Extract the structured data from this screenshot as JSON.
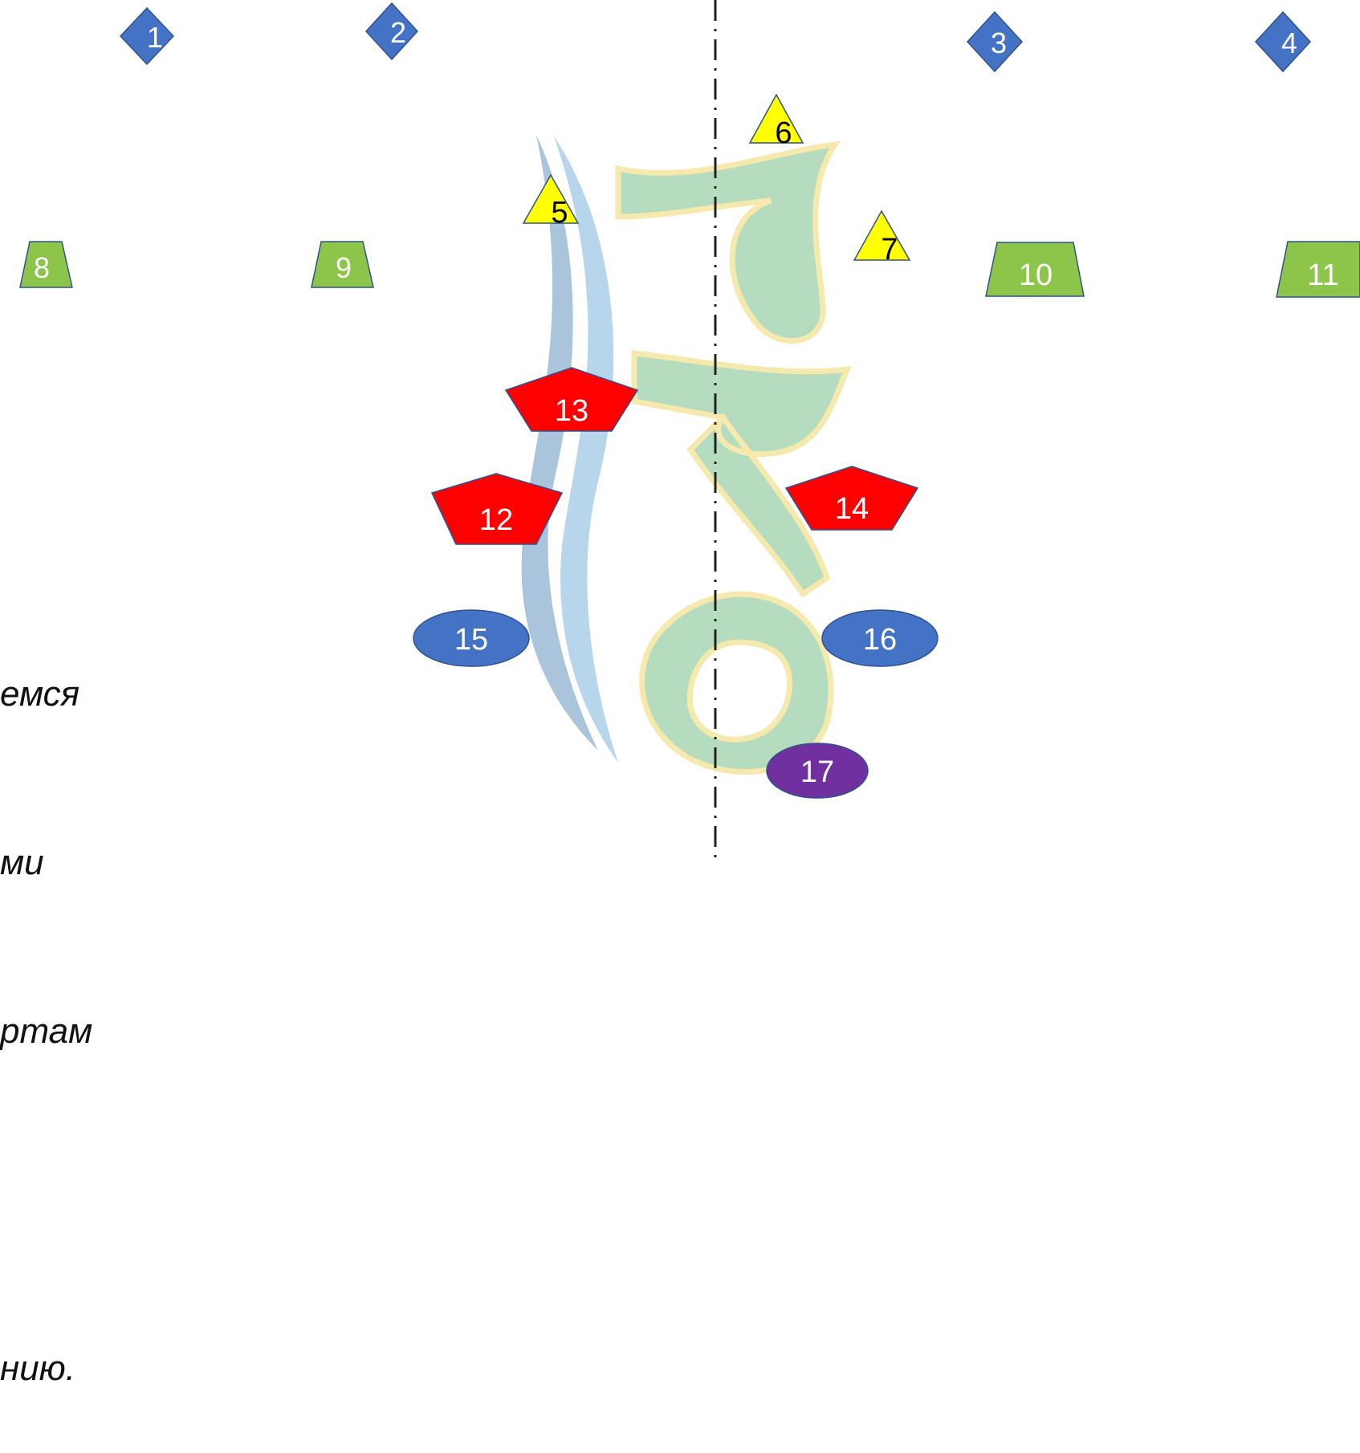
{
  "colors": {
    "diamond": "#4472c4",
    "trapezoid": "#8dc54b",
    "triangle": "#ffff00",
    "pentagon": "#ff0000",
    "oval_blue": "#4472c4",
    "oval_purple": "#7030a0",
    "watermark_green": "#a9d6b4",
    "watermark_outline": "#f5e6a0",
    "watermark_blue": "#8fb8d8",
    "midline": "#222222"
  },
  "markers": [
    {
      "id": "1",
      "shape": "diamond"
    },
    {
      "id": "2",
      "shape": "diamond"
    },
    {
      "id": "3",
      "shape": "diamond"
    },
    {
      "id": "4",
      "shape": "diamond"
    },
    {
      "id": "5",
      "shape": "triangle"
    },
    {
      "id": "6",
      "shape": "triangle"
    },
    {
      "id": "7",
      "shape": "triangle"
    },
    {
      "id": "8",
      "shape": "trapezoid"
    },
    {
      "id": "9",
      "shape": "trapezoid"
    },
    {
      "id": "10",
      "shape": "trapezoid"
    },
    {
      "id": "11",
      "shape": "trapezoid"
    },
    {
      "id": "12",
      "shape": "pentagon"
    },
    {
      "id": "13",
      "shape": "pentagon"
    },
    {
      "id": "14",
      "shape": "pentagon"
    },
    {
      "id": "15",
      "shape": "oval-blue"
    },
    {
      "id": "16",
      "shape": "oval-blue"
    },
    {
      "id": "17",
      "shape": "oval-purple"
    }
  ],
  "side_text": [
    "емся",
    "ми",
    "ртам",
    "",
    "нию."
  ]
}
